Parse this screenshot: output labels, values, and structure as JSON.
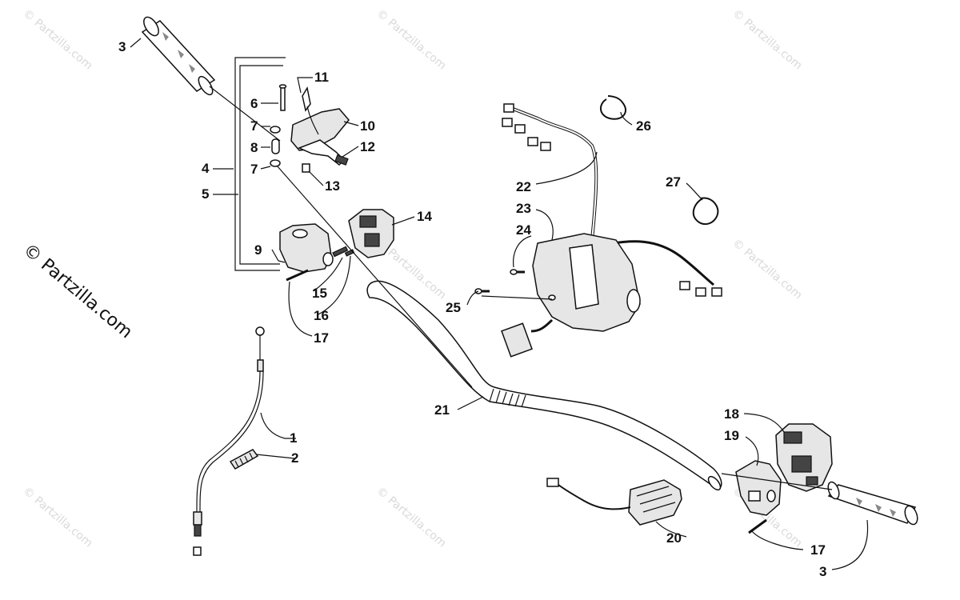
{
  "watermark": {
    "side_text": "© Partzilla.com",
    "tile_text": "© Partzilla.com"
  },
  "callouts": {
    "c1": "1",
    "c2": "2",
    "c3a": "3",
    "c3b": "3",
    "c4": "4",
    "c5": "5",
    "c6": "6",
    "c7a": "7",
    "c7b": "7",
    "c8": "8",
    "c9": "9",
    "c10": "10",
    "c11": "11",
    "c12": "12",
    "c13": "13",
    "c14": "14",
    "c15": "15",
    "c16": "16",
    "c17a": "17",
    "c17b": "17",
    "c18": "18",
    "c19": "19",
    "c20": "20",
    "c21": "21",
    "c22": "22",
    "c23": "23",
    "c24": "24",
    "c25": "25",
    "c26": "26",
    "c27": "27"
  },
  "colors": {
    "line": "#111111",
    "watermark": "#d9d9d9",
    "part_fill": "#e6e6e6"
  }
}
